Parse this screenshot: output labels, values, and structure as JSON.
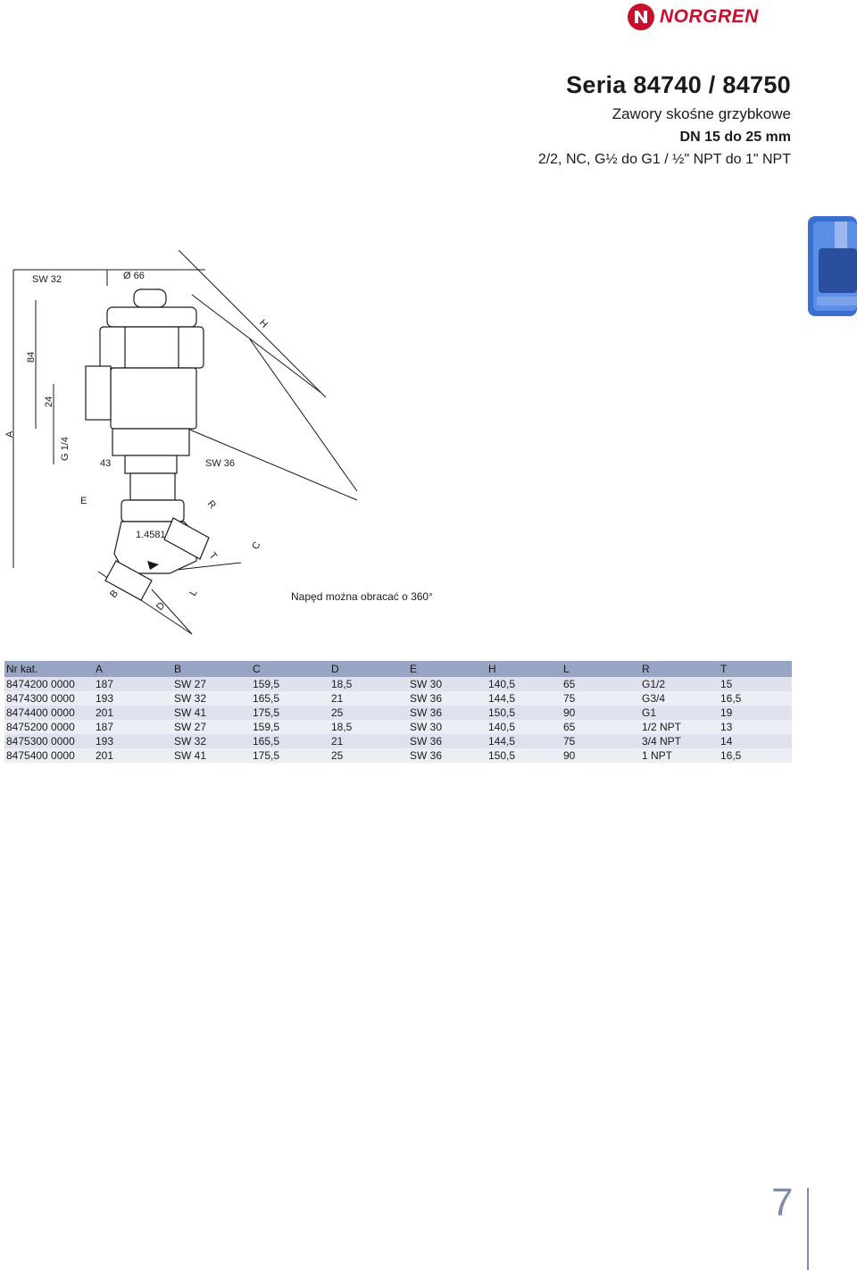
{
  "brand": {
    "name": "NORGREN",
    "color": "#c8102e"
  },
  "header": {
    "title": "Seria 84740 / 84750",
    "subtitle": "Zawory skośne grzybkowe",
    "size_range": "DN 15 do 25 mm",
    "spec": "2/2, NC, G½ do G1 / ½\" NPT do 1\" NPT"
  },
  "drawing": {
    "labels": {
      "sw32": "SW 32",
      "d66": "Ø 66",
      "h": "H",
      "d84": "84",
      "d24": "24",
      "a": "A",
      "g14": "G 1/4",
      "d43": "43",
      "sw36": "SW 36",
      "e": "E",
      "r": "R",
      "mat": "1.4581",
      "t": "T",
      "c": "C",
      "b": "B",
      "d": "D",
      "l": "L"
    },
    "note": "Napęd można obracać o 360°"
  },
  "table": {
    "headers": [
      "Nr kat.",
      "A",
      "B",
      "C",
      "D",
      "E",
      "H",
      "L",
      "R",
      "T"
    ],
    "rows": [
      [
        "8474200 0000",
        "187",
        "SW 27",
        "159,5",
        "18,5",
        "SW 30",
        "140,5",
        "65",
        "G1/2",
        "15"
      ],
      [
        "8474300 0000",
        "193",
        "SW 32",
        "165,5",
        "21",
        "SW 36",
        "144,5",
        "75",
        "G3/4",
        "16,5"
      ],
      [
        "8474400 0000",
        "201",
        "SW 41",
        "175,5",
        "25",
        "SW 36",
        "150,5",
        "90",
        "G1",
        "19"
      ],
      [
        "8475200 0000",
        "187",
        "SW 27",
        "159,5",
        "18,5",
        "SW 30",
        "140,5",
        "65",
        "1/2 NPT",
        "13"
      ],
      [
        "8475300 0000",
        "193",
        "SW 32",
        "165,5",
        "21",
        "SW 36",
        "144,5",
        "75",
        "3/4 NPT",
        "14"
      ],
      [
        "8475400 0000",
        "201",
        "SW 41",
        "175,5",
        "25",
        "SW 36",
        "150,5",
        "90",
        "1 NPT",
        "16,5"
      ]
    ]
  },
  "page_number": "7",
  "colors": {
    "table_header": "#98a4c4",
    "table_row": "#dfe2ee",
    "accent": "#7f8aaf"
  }
}
